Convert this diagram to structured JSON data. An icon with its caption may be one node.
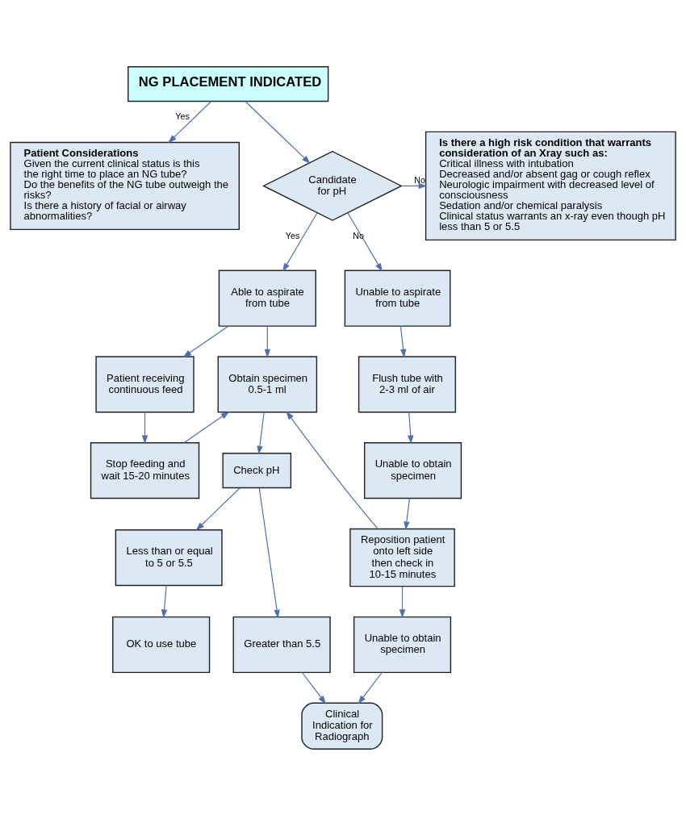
{
  "diagram": {
    "nodes": [
      {
        "text": [
          "NG PLACEMENT INDICATED"
        ]
      },
      {
        "text": [
          "Patient Considerations",
          "Given the current clinical status is this the right time to place an NG tube?",
          "Do the benefits of the NG tube outweigh the risks?",
          "Is there a history of facial or airway abnormalities?"
        ]
      },
      {
        "text": [
          "Candidate for pH"
        ]
      },
      {
        "text": [
          "Is there a high risk condition that warrants consideration of an Xray such as:",
          "Critical illness with intubation",
          "Decreased and/or absent gag or cough reflex",
          "Neurologic impairment with decreased level of consciousness",
          "Sedation and/or chemical paralysis",
          "Clinical status warrants an x-ray even though pH less than 5 or 5.5"
        ]
      },
      {
        "text": [
          "Able to aspirate from tube"
        ]
      },
      {
        "text": [
          "Unable to aspirate from tube"
        ]
      },
      {
        "text": [
          "Patient receiving continuous feed"
        ]
      },
      {
        "text": [
          "Obtain specimen 0.5-1 ml"
        ]
      },
      {
        "text": [
          "Flush tube with 2-3 ml of air"
        ]
      },
      {
        "text": [
          "Stop feeding and wait 15-20 minutes"
        ]
      },
      {
        "text": [
          "Unable to obtain specimen"
        ]
      },
      {
        "text": [
          "Check pH"
        ]
      },
      {
        "text": [
          "Reposition patient onto left side then check in 10-15 minutes"
        ]
      },
      {
        "text": [
          "Less than or equal to 5 or 5.5"
        ]
      },
      {
        "text": [
          "Greater than 5.5"
        ]
      },
      {
        "text": [
          "Unable to obtain specimen"
        ]
      },
      {
        "text": [
          "OK to use tube"
        ]
      },
      {
        "text": [
          "Clinical Indication for Radiograph"
        ]
      }
    ],
    "edges": [
      {
        "from": 0,
        "to": 1,
        "arrow": "to",
        "label": "Yes"
      },
      {
        "from": 0,
        "to": 2,
        "arrow": "to"
      },
      {
        "from": 2,
        "to": 3,
        "arrow": "to",
        "label": "No"
      },
      {
        "from": 2,
        "to": 4,
        "arrow": "to",
        "label": "Yes"
      },
      {
        "from": 2,
        "to": 5,
        "arrow": "to",
        "label": "No"
      },
      {
        "from": 4,
        "to": 6,
        "arrow": "to"
      },
      {
        "from": 4,
        "to": 7,
        "arrow": "to"
      },
      {
        "from": 6,
        "to": 9,
        "arrow": "to"
      },
      {
        "from": 9,
        "to": 7,
        "arrow": "to"
      },
      {
        "from": 7,
        "to": 11,
        "arrow": "to"
      },
      {
        "from": 11,
        "to": 13,
        "arrow": "to"
      },
      {
        "from": 11,
        "to": 14,
        "arrow": "to"
      },
      {
        "from": 5,
        "to": 8,
        "arrow": "to"
      },
      {
        "from": 8,
        "to": 10,
        "arrow": "to"
      },
      {
        "from": 10,
        "to": 12,
        "arrow": "to"
      },
      {
        "from": 12,
        "to": 7,
        "arrow": "to"
      },
      {
        "from": 12,
        "to": 15,
        "arrow": "to"
      },
      {
        "from": 13,
        "to": 16,
        "arrow": "to"
      },
      {
        "from": 14,
        "to": 17,
        "arrow": "to"
      },
      {
        "from": 15,
        "to": 17,
        "arrow": "to"
      }
    ]
  }
}
